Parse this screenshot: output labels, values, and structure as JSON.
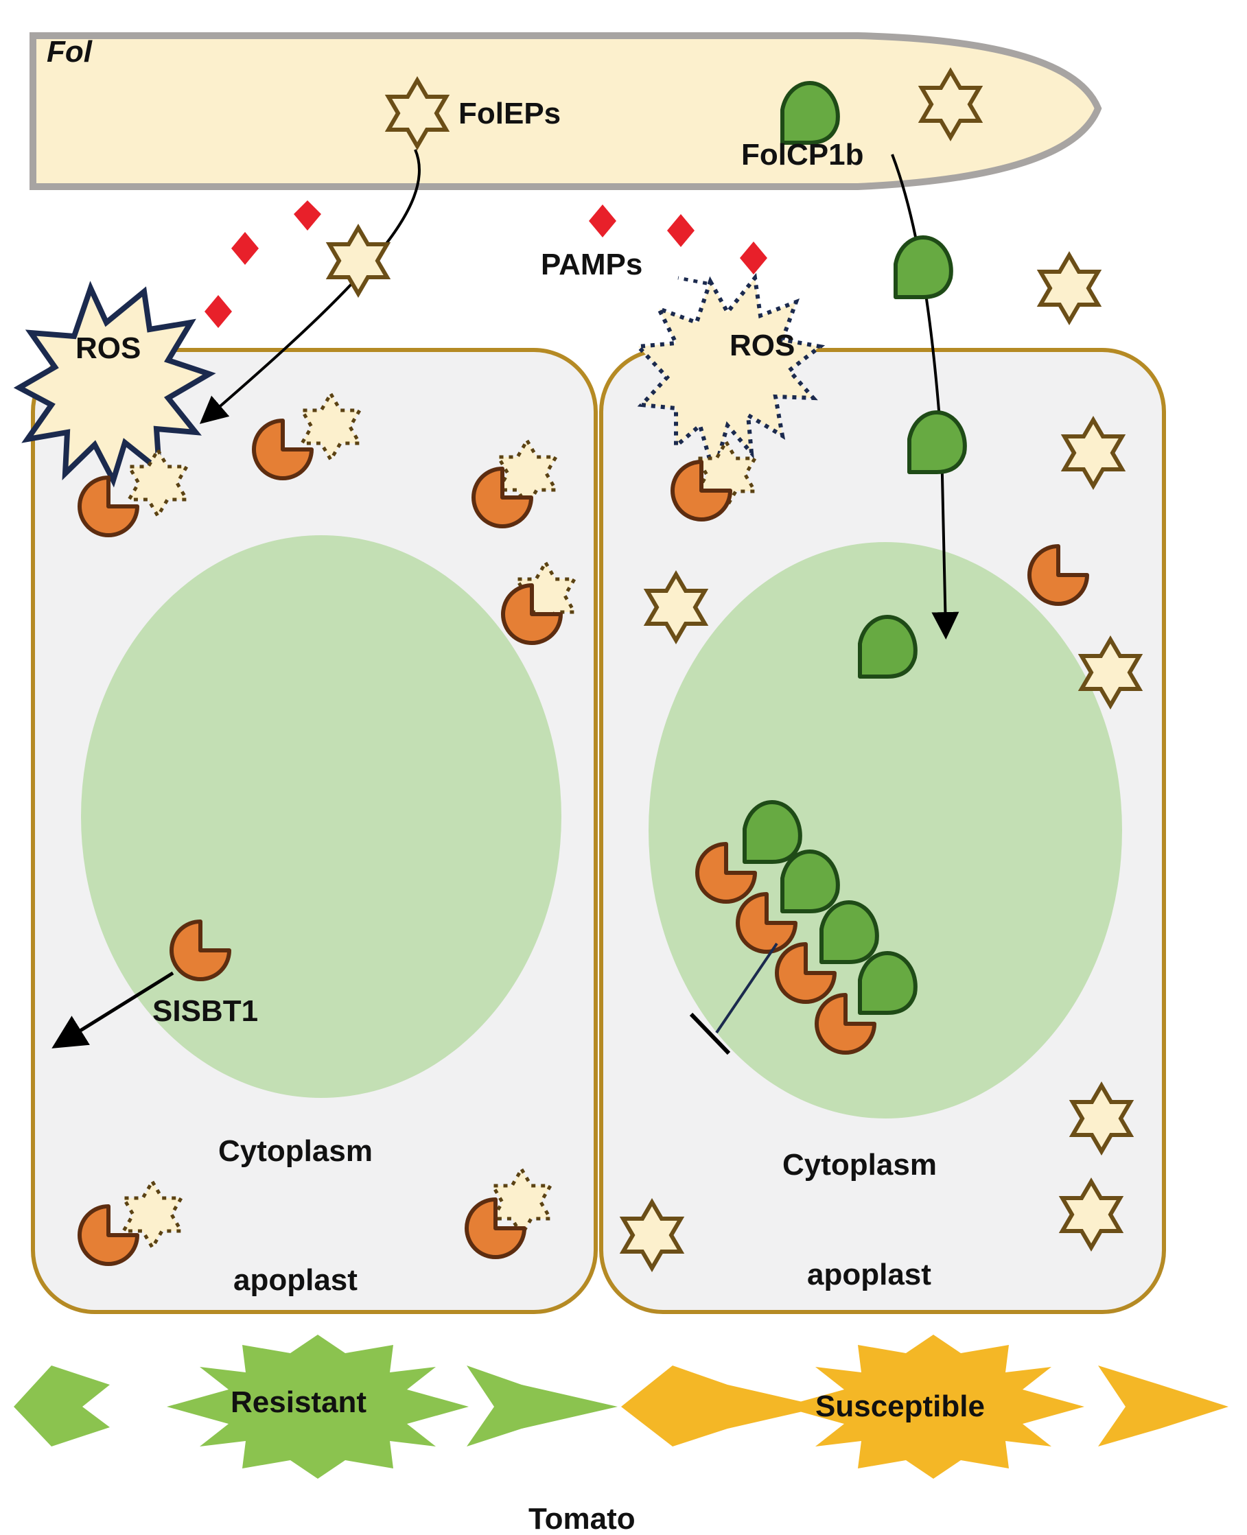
{
  "title": "Fol effectors and tomato SlSBT1 model",
  "fungus": {
    "label": "Fol",
    "effectors_label": "FolEPs",
    "protein_label": "FolCP1b"
  },
  "pamps_label": "PAMPs",
  "ros_label": "ROS",
  "left_cell": {
    "protease_label": "SISBT1",
    "cytoplasm_label": "Cytoplasm",
    "apoplast_label": "apoplast",
    "outcome_label": "Resistant"
  },
  "right_cell": {
    "cytoplasm_label": "Cytoplasm",
    "apoplast_label": "apoplast",
    "outcome_label": "Susceptible"
  },
  "host_label": "Tomato",
  "colors": {
    "fungus_fill": "#fcf0cd",
    "fungus_stroke": "#a7a4a2",
    "pamp": "#e8202a",
    "cell_wall": "#b58a24",
    "cell_fill": "#f1f1f2",
    "cytoplasm": "#c3dfb4",
    "protease": "#e57f35",
    "protease_stroke": "#5d2d10",
    "effector_green": "#67aa42",
    "effector_stroke": "#1f4b17",
    "star_fill": "#fcf0cd",
    "star_stroke": "#6b4e17",
    "ros_stroke": "#1b2a4e",
    "resistant": "#8bc34f",
    "susceptible": "#f4b726"
  }
}
